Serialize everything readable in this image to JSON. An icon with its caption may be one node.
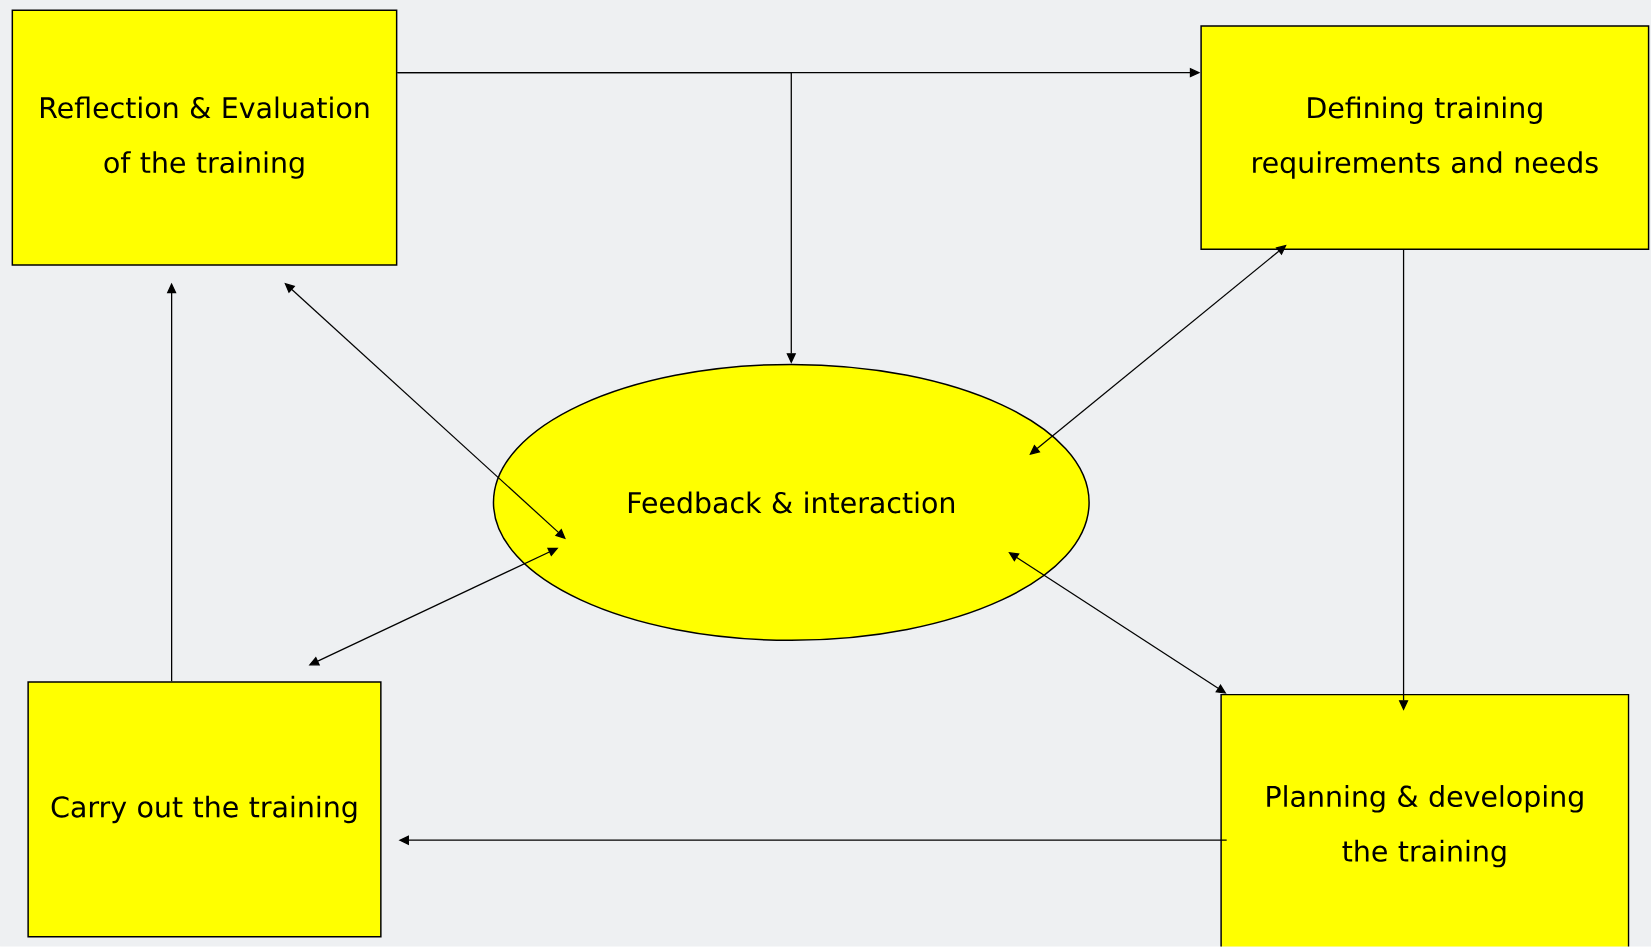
{
  "diagram": {
    "nodes": [
      {
        "text": [
          "Reflection & Evaluation of the training"
        ]
      },
      {
        "text": [
          "Defining training requirements and needs"
        ]
      },
      {
        "text": [
          "Feedback & interaction"
        ]
      },
      {
        "text": [
          "Carry out the training"
        ]
      },
      {
        "text": [
          "Planning & developing the training"
        ]
      }
    ],
    "edges": [
      {
        "from": 0,
        "to": 1,
        "arrow": "to"
      },
      {
        "from": 0,
        "to": 2,
        "arrow": "to"
      },
      {
        "from": 0,
        "to": 2,
        "arrow": "both"
      },
      {
        "from": 1,
        "to": 2,
        "arrow": "both"
      },
      {
        "from": 1,
        "to": 4,
        "arrow": "to"
      },
      {
        "from": 2,
        "to": 4,
        "arrow": "both"
      },
      {
        "from": 4,
        "to": 3,
        "arrow": "to"
      },
      {
        "from": 3,
        "to": 0,
        "arrow": "to"
      },
      {
        "from": 3,
        "to": 2,
        "arrow": "both"
      }
    ]
  }
}
